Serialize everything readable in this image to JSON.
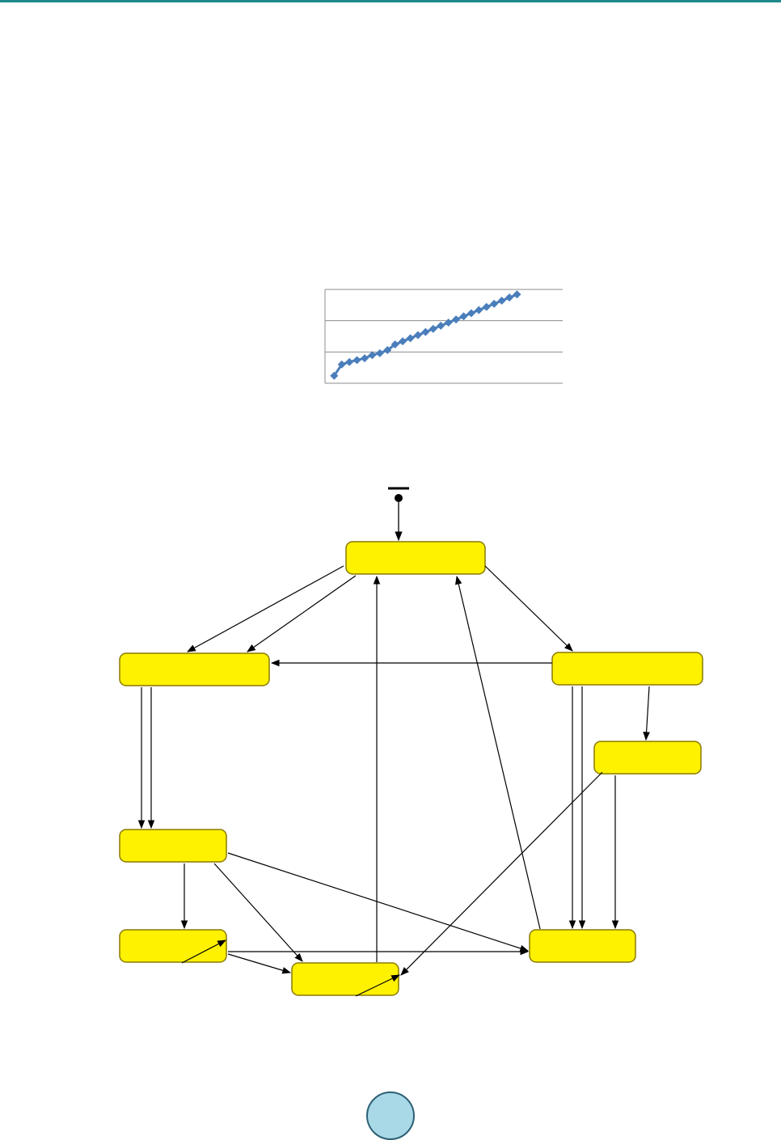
{
  "colors": {
    "accent_rule": "#1f8a8a",
    "series": "#4a7ebb",
    "state_fill": "#fff200",
    "state_stroke": "#8a7a00",
    "page_circle": "#a9d8e6"
  },
  "chart_data": {
    "type": "line",
    "title": "",
    "xlabel": "",
    "ylabel": "",
    "grid": true,
    "series": [
      {
        "marker": "diamond",
        "x": [
          1,
          2,
          3,
          4,
          5,
          6,
          7,
          8,
          9,
          10,
          11,
          12,
          13,
          14,
          15,
          16,
          17,
          18,
          19,
          20,
          21,
          22,
          23,
          24,
          25
        ],
        "values": [
          0.12,
          0.3,
          0.34,
          0.37,
          0.4,
          0.45,
          0.48,
          0.53,
          0.62,
          0.67,
          0.72,
          0.77,
          0.82,
          0.87,
          0.92,
          0.97,
          1.02,
          1.07,
          1.12,
          1.17,
          1.22,
          1.27,
          1.32,
          1.37,
          1.42
        ]
      }
    ],
    "ylim": [
      0,
      1.5
    ]
  },
  "diagram": {
    "initial_node": "initial-state-icon",
    "states": [
      {
        "id": "s-top"
      },
      {
        "id": "s-left-upper"
      },
      {
        "id": "s-right-upper"
      },
      {
        "id": "s-right-mid"
      },
      {
        "id": "s-left-mid"
      },
      {
        "id": "s-left-lower"
      },
      {
        "id": "s-bottom-center"
      },
      {
        "id": "s-right-lower"
      }
    ]
  }
}
